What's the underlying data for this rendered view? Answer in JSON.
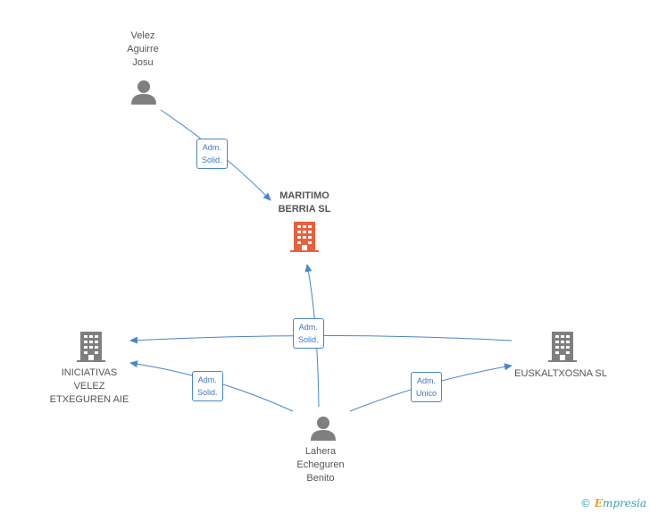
{
  "nodes": {
    "velez": {
      "label": "Velez\nAguirre\nJosu",
      "type": "person"
    },
    "maritimo": {
      "label": "MARITIMO\nBERRIA SL",
      "type": "company-highlight"
    },
    "iniciativas": {
      "label": "INICIATIVAS\nVELEZ\nETXEGUREN AIE",
      "type": "company"
    },
    "euskaltxosna": {
      "label": "EUSKALTXOSNA SL",
      "type": "company"
    },
    "lahera": {
      "label": "Lahera\nEcheguren\nBenito",
      "type": "person"
    }
  },
  "edges": {
    "velez_maritimo": "Adm.\nSolid.",
    "lahera_center": "Adm.\nSolid.",
    "lahera_iniciativas": "Adm.\nSolid.",
    "lahera_euskaltxosna": "Adm.\nUnico"
  },
  "colors": {
    "edge": "#4a86c8",
    "person": "#7f7f7f",
    "company": "#7f7f7f",
    "highlight": "#e8603c"
  },
  "brand": {
    "copyright": "©",
    "e": "E",
    "rest": "mpresia"
  }
}
